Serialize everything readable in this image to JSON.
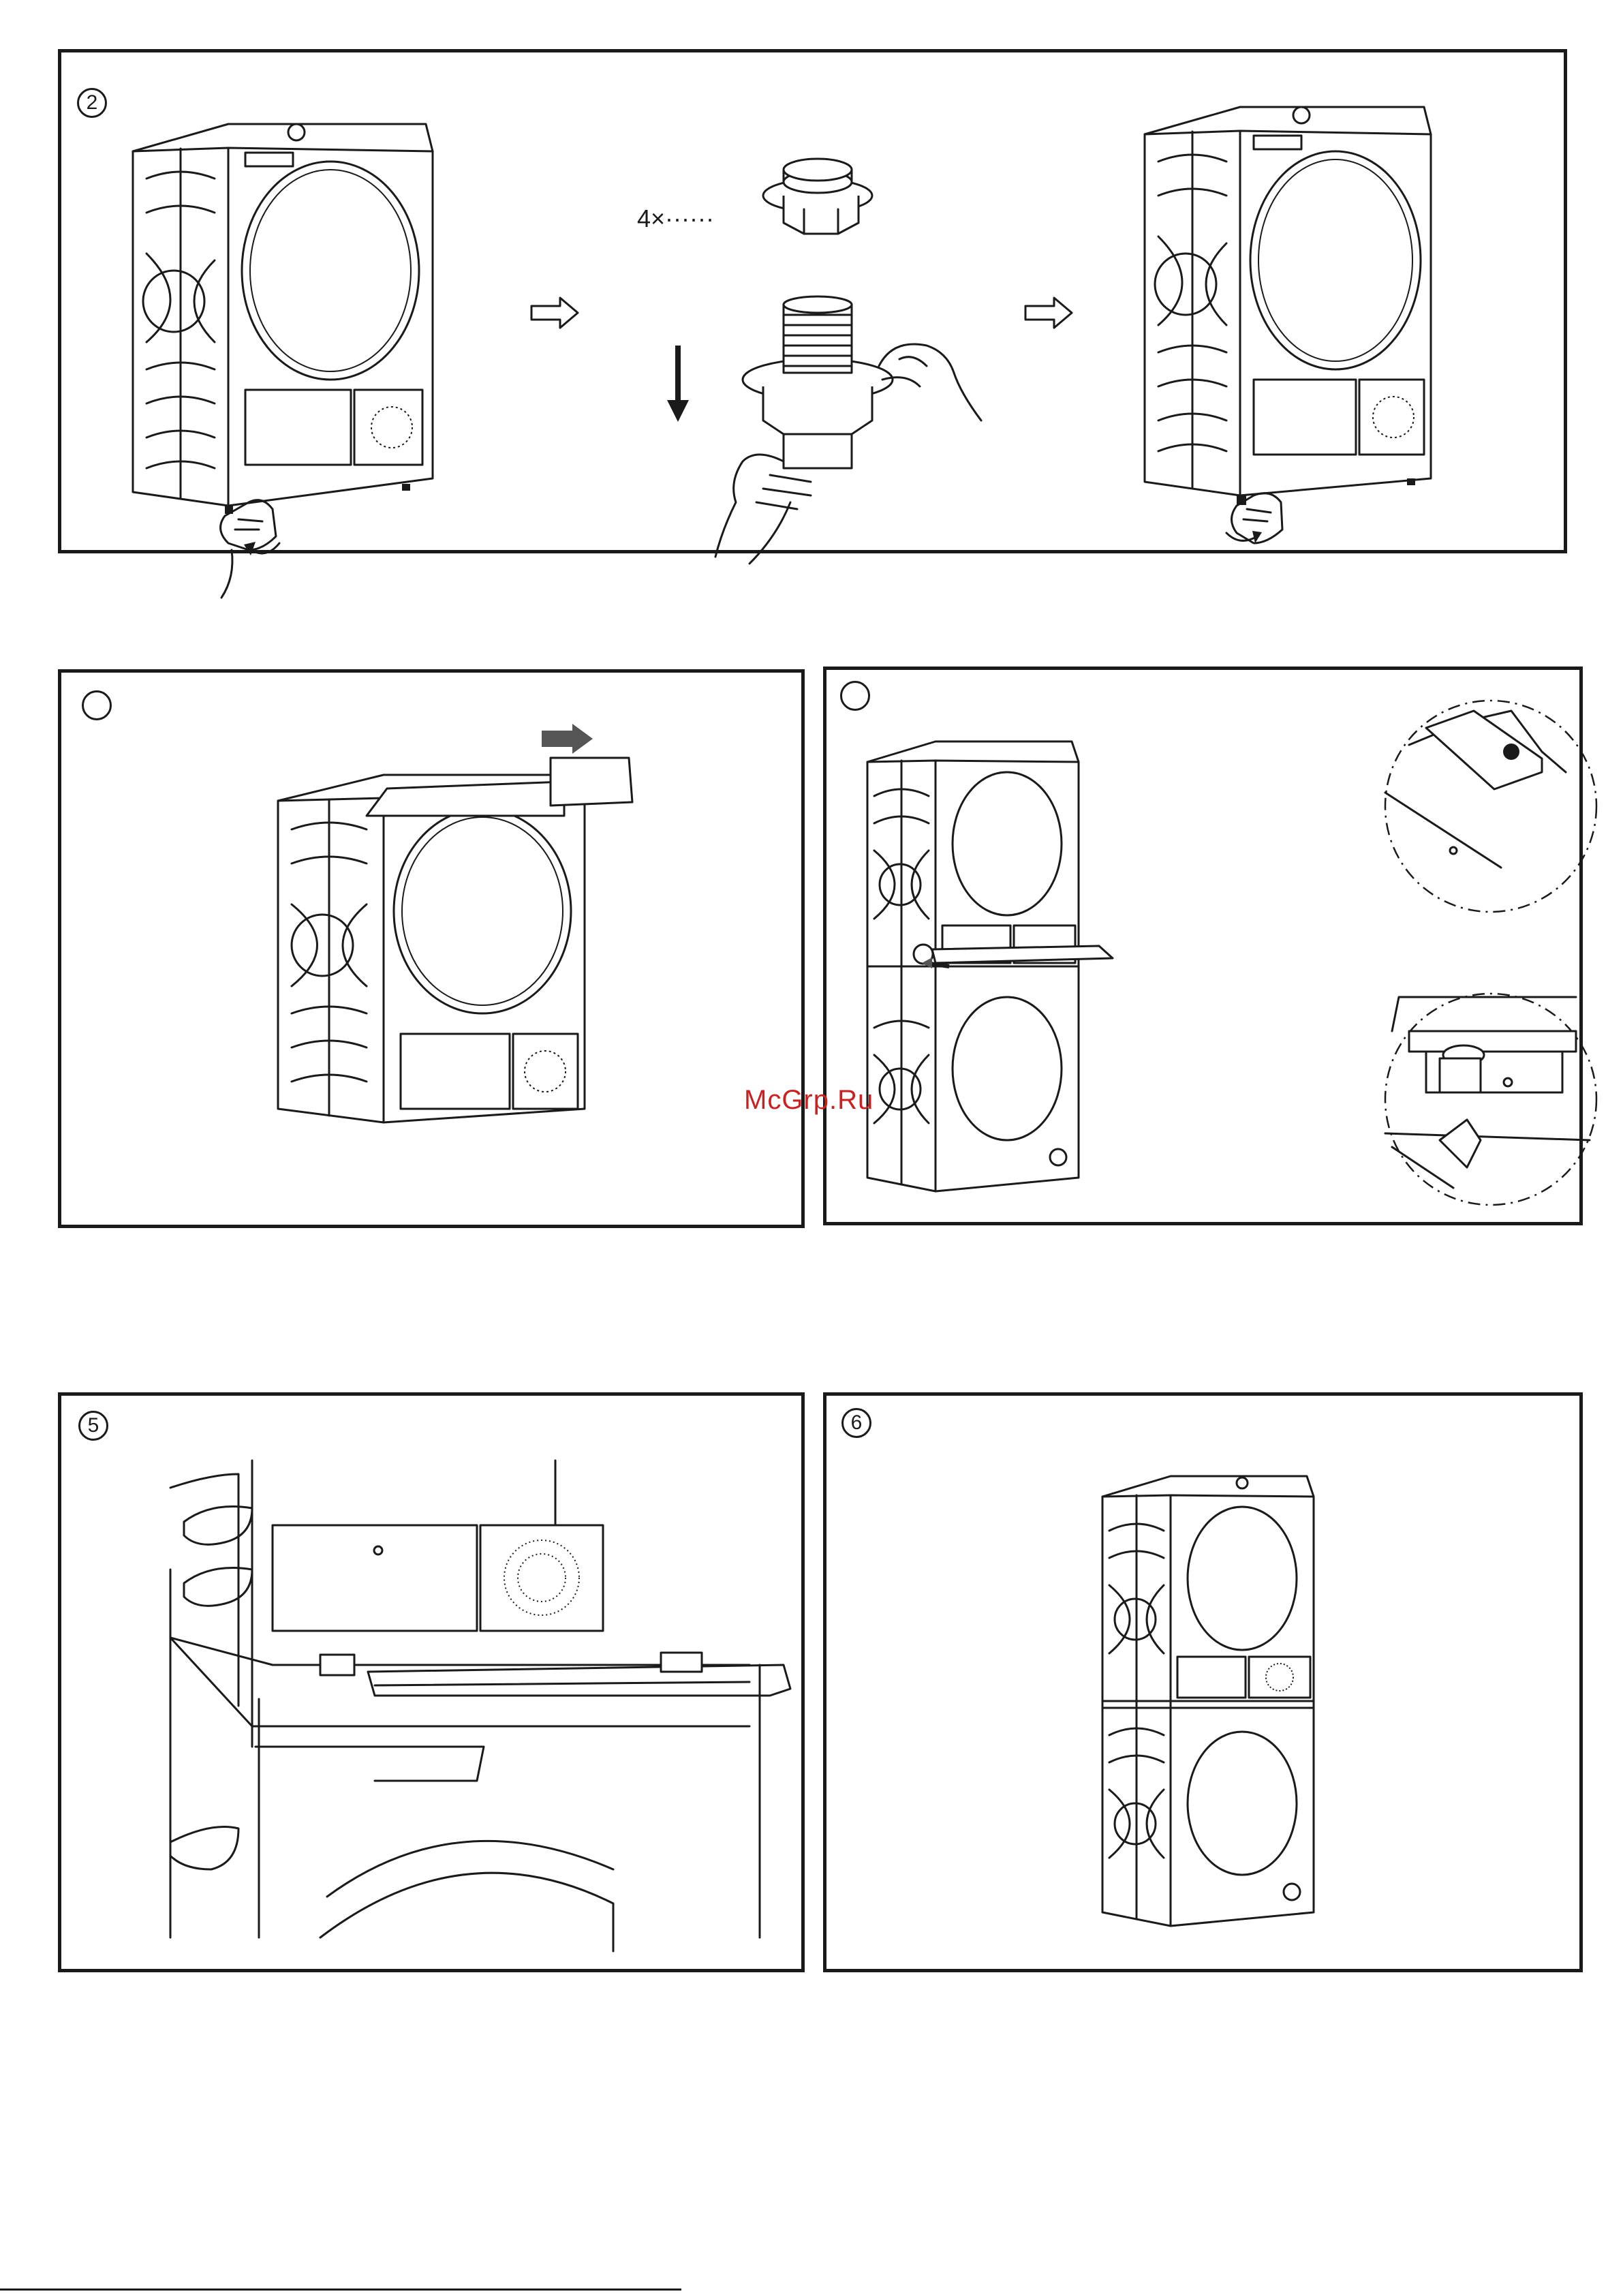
{
  "panels": [
    {
      "id": "step-2",
      "number": "2"
    },
    {
      "id": "step-3",
      "number": ""
    },
    {
      "id": "step-4",
      "number": ""
    },
    {
      "id": "step-5",
      "number": "5"
    },
    {
      "id": "step-6",
      "number": "6"
    }
  ],
  "foot_quantity": "4×······",
  "watermark": "McGrp.Ru",
  "icons": {
    "arrow": "hollow-right-arrow-icon",
    "down": "down-arrow-icon",
    "rotate": "rotate-arrow-icon"
  }
}
